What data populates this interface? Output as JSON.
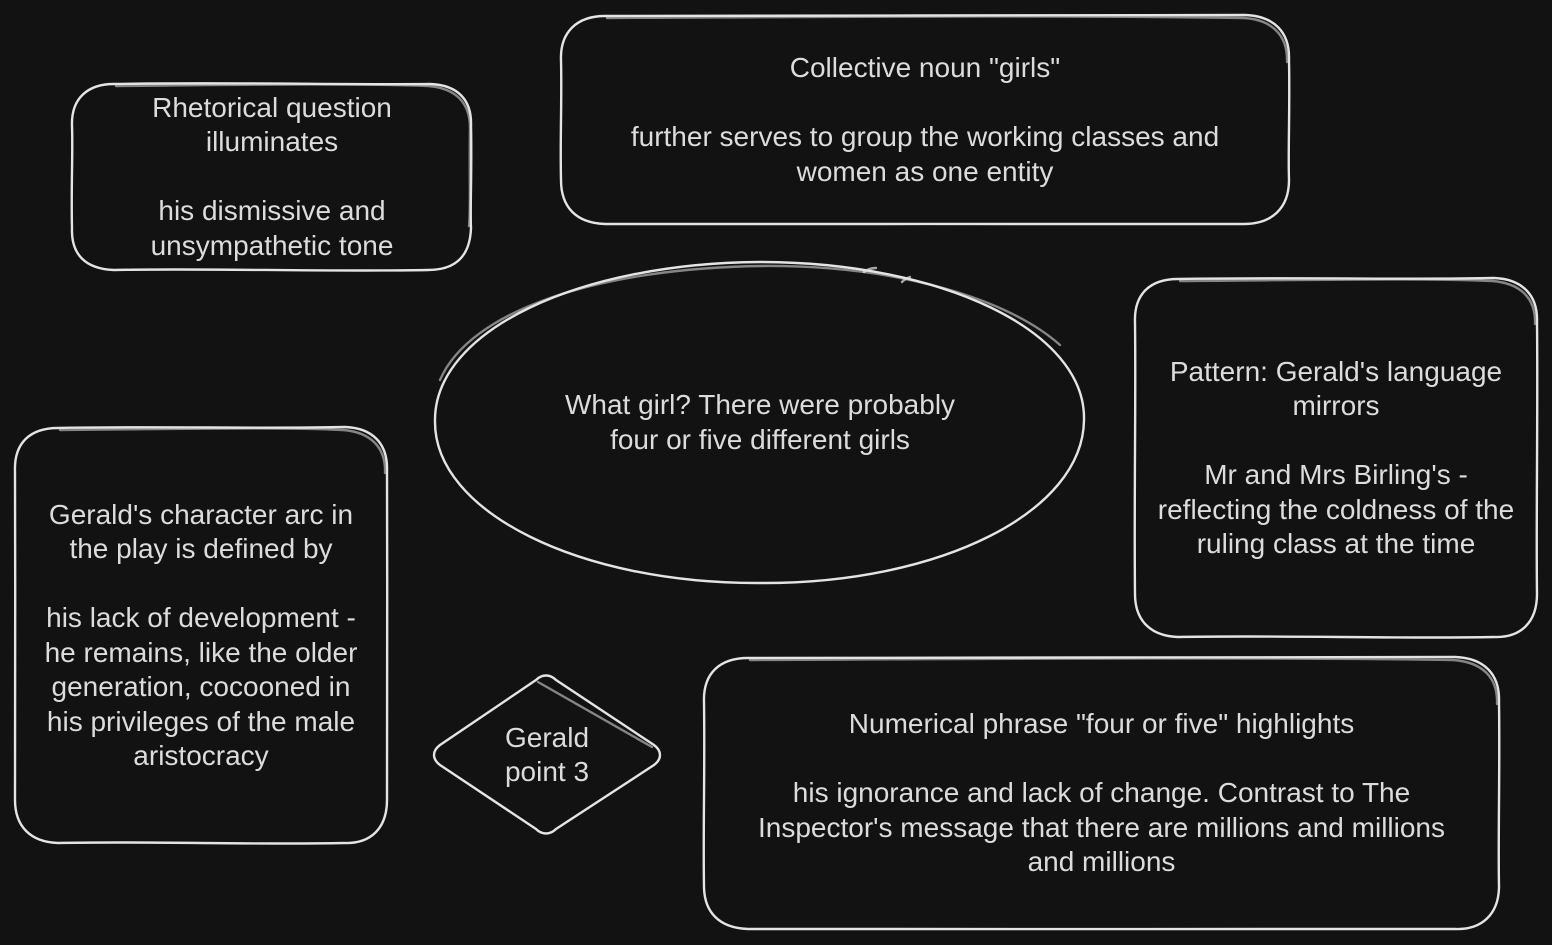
{
  "nodes": {
    "rhetorical": {
      "text": "Rhetorical question\nilluminates\n\nhis dismissive and\nunsympathetic tone"
    },
    "collective": {
      "text": "Collective noun \"girls\"\n\nfurther serves to group the working classes and\nwomen as one entity"
    },
    "quote": {
      "text": "What girl? There were probably\nfour or five different girls"
    },
    "pattern": {
      "text": "Pattern: Gerald's language\nmirrors\n\nMr and Mrs Birling's -\nreflecting the coldness of the\nruling class at the time"
    },
    "arc": {
      "text": "Gerald's character arc in\nthe play is defined by\n\nhis lack of development -\nhe remains, like the older\ngeneration, cocooned in\nhis privileges of the male\naristocracy"
    },
    "point": {
      "text": "Gerald\npoint 3"
    },
    "numerical": {
      "text": "Numerical phrase \"four or five\" highlights\n\nhis ignorance and lack of change. Contrast to The\nInspector's message that there are millions and millions\nand millions"
    }
  },
  "colors": {
    "background": "#121212",
    "stroke": "#e4e4e4",
    "text": "#dcdcdc"
  }
}
